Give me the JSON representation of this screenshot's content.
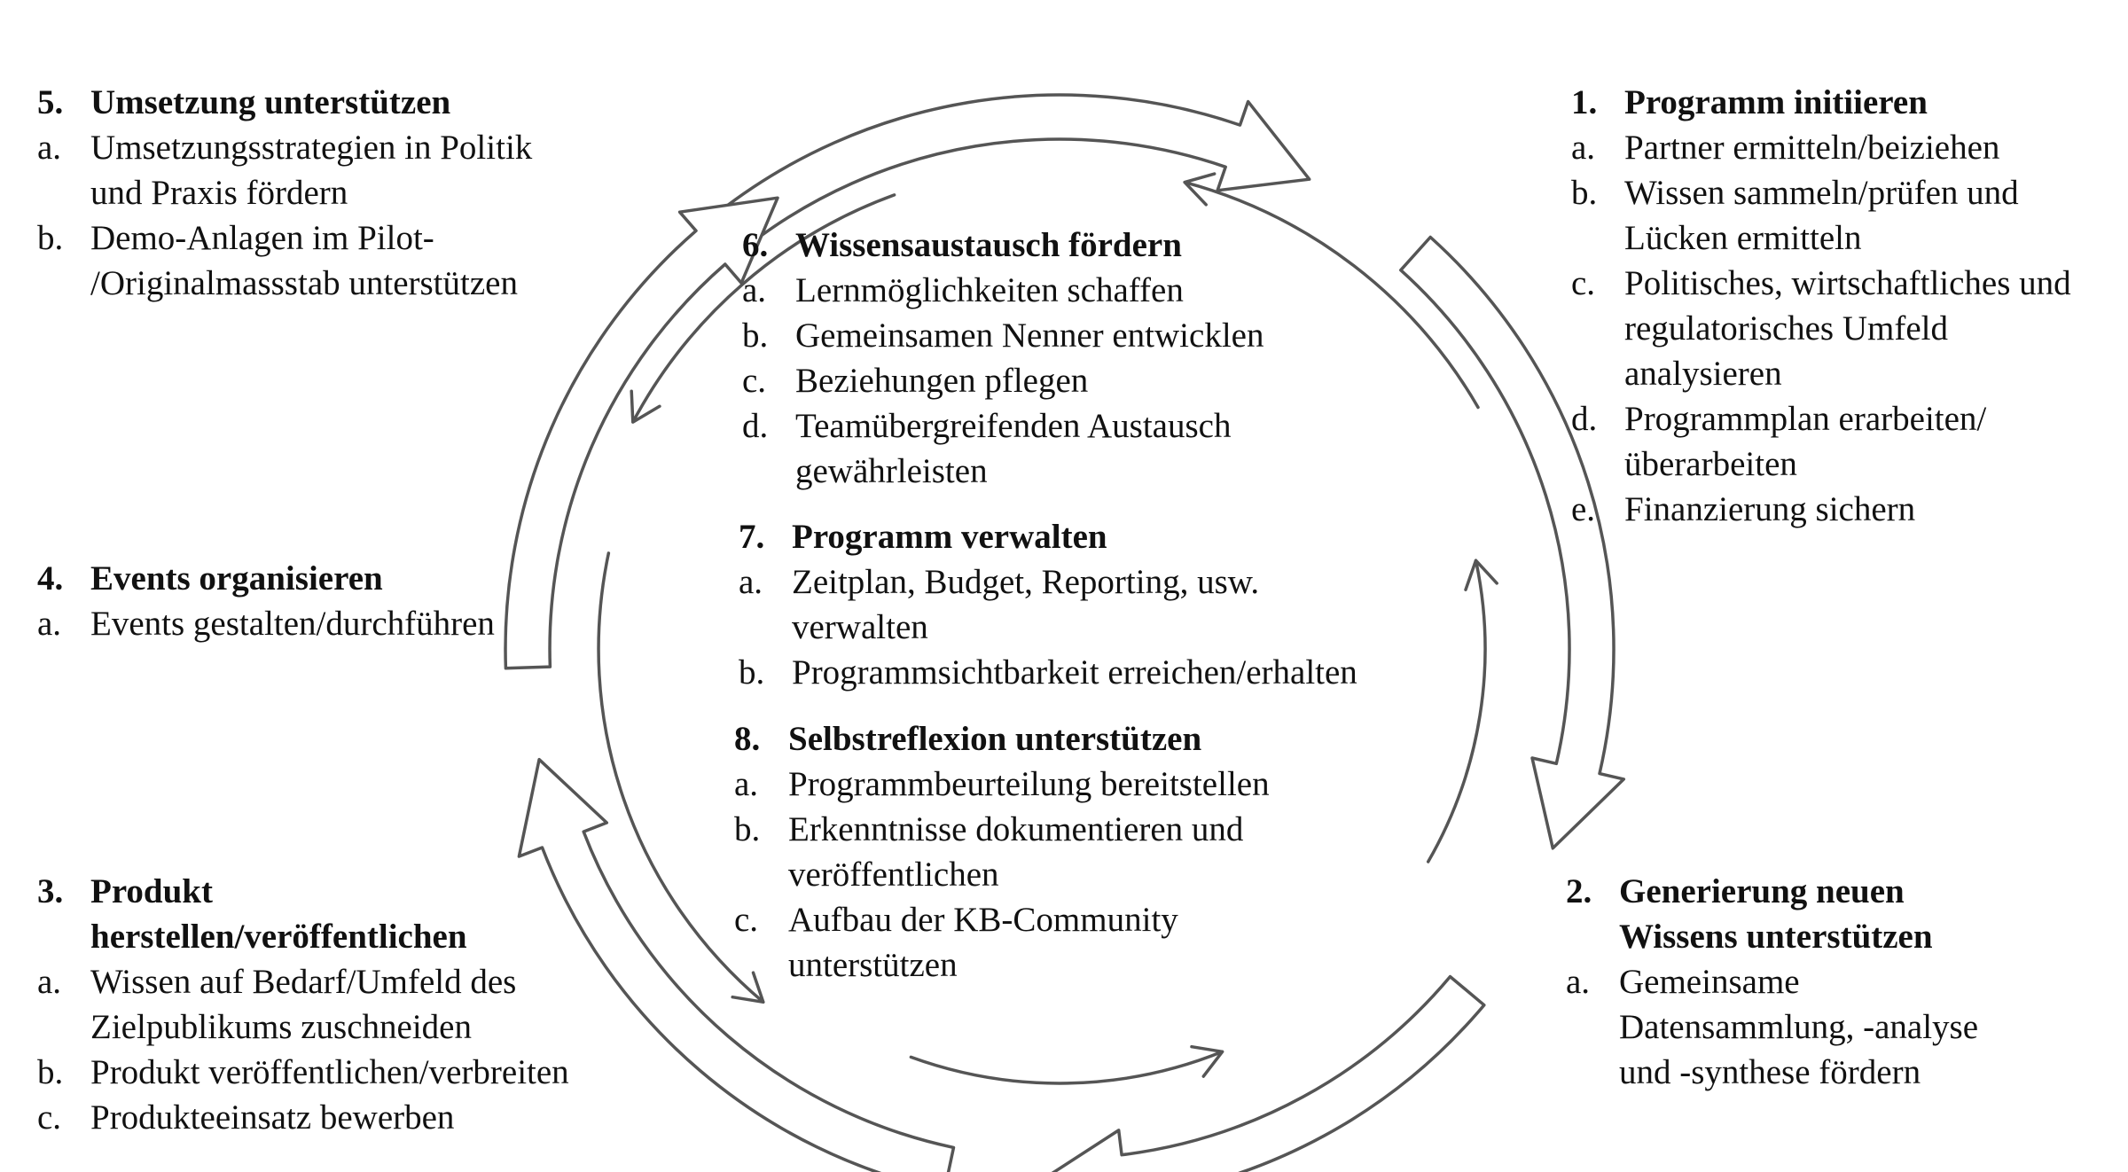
{
  "sections": {
    "s1": {
      "number": "1.",
      "title": "Programm initiieren",
      "items": [
        {
          "letter": "a.",
          "text": "Partner ermitteln/beiziehen"
        },
        {
          "letter": "b.",
          "text": "Wissen sammeln/prüfen und Lücken ermitteln"
        },
        {
          "letter": "c.",
          "text": "Politisches, wirtschaftliches und regulatorisches Umfeld analysieren"
        },
        {
          "letter": "d.",
          "text": "Programmplan erarbeiten/überarbeiten"
        },
        {
          "letter": "e.",
          "text": "Finanzierung sichern"
        }
      ]
    },
    "s2": {
      "number": "2.",
      "title": "Generierung neuen Wissens unterstützen",
      "items": [
        {
          "letter": "a.",
          "text": "Gemeinsame Datensammlung, -analyse und -synthese fördern"
        }
      ]
    },
    "s3": {
      "number": "3.",
      "title": "Produkt herstellen/veröffentlichen",
      "items": [
        {
          "letter": "a.",
          "text": "Wissen auf Bedarf/Umfeld des Zielpublikums zuschneiden"
        },
        {
          "letter": "b.",
          "text": "Produkt veröffentlichen/verbreiten"
        },
        {
          "letter": "c.",
          "text": "Produkteeinsatz bewerben"
        }
      ]
    },
    "s4": {
      "number": "4.",
      "title": "Events organisieren",
      "items": [
        {
          "letter": "a.",
          "text": "Events gestalten/durchführen"
        }
      ]
    },
    "s5": {
      "number": "5.",
      "title": "Umsetzung unterstützen",
      "items": [
        {
          "letter": "a.",
          "text": "Umsetzungsstrategien in Politik und Praxis fördern"
        },
        {
          "letter": "b.",
          "text": "Demo-Anlagen im Pilot- /Originalmassstab unterstützen"
        }
      ]
    },
    "s6": {
      "number": "6.",
      "title": "Wissensaustausch fördern",
      "items": [
        {
          "letter": "a.",
          "text": "Lernmöglichkeiten schaffen"
        },
        {
          "letter": "b.",
          "text": "Gemeinsamen Nenner entwicklen"
        },
        {
          "letter": "c.",
          "text": "Beziehungen pflegen"
        },
        {
          "letter": "d.",
          "text": "Teamübergreifenden Austausch gewährleisten"
        }
      ]
    },
    "s7": {
      "number": "7.",
      "title": "Programm verwalten",
      "items": [
        {
          "letter": "a.",
          "text": "Zeitplan, Budget, Reporting, usw. verwalten"
        },
        {
          "letter": "b.",
          "text": "Programmsichtbarkeit erreichen/erhalten"
        }
      ]
    },
    "s8": {
      "number": "8.",
      "title": "Selbstreflexion unterstützen",
      "items": [
        {
          "letter": "a.",
          "text": "Programmbeurteilung bereitstellen"
        },
        {
          "letter": "b.",
          "text": "Erkenntnisse dokumentieren und veröffentlichen"
        },
        {
          "letter": "c.",
          "text": "Aufbau der KB-Community unterstützen"
        }
      ]
    }
  },
  "colors": {
    "stroke": "#555555",
    "text": "#111111",
    "background": "#ffffff"
  }
}
